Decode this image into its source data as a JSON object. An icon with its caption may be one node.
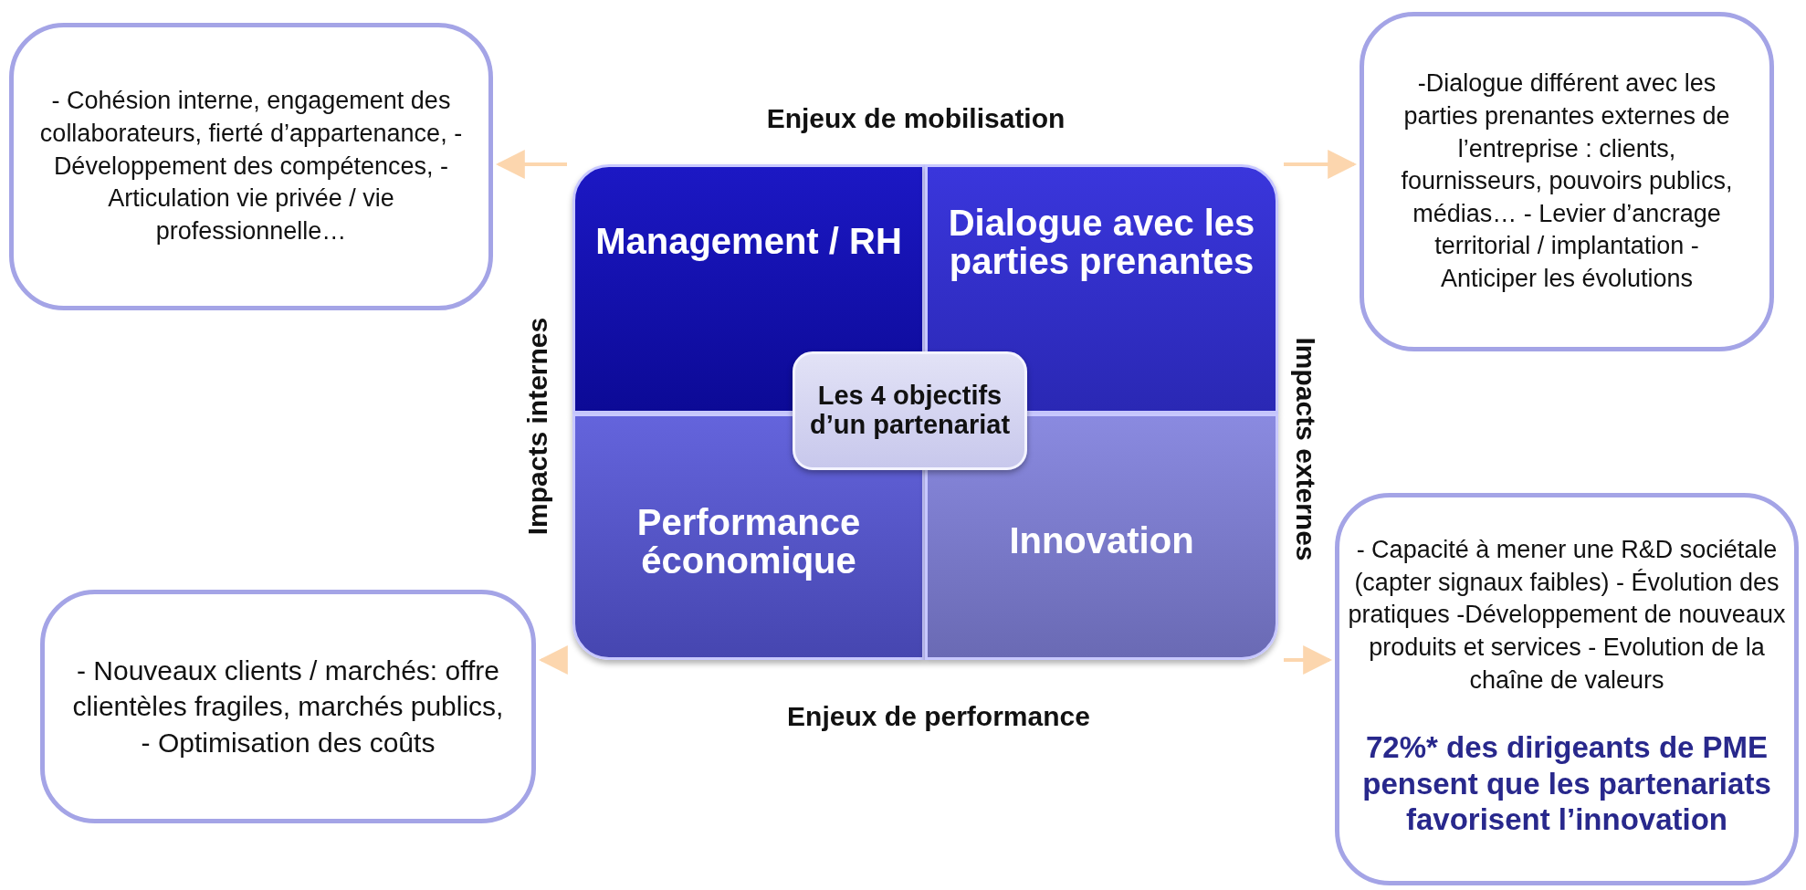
{
  "diagram": {
    "nodes": [
      {
        "text": [
          "- Cohésion interne, engagement des collaborateurs, fierté d’appartenance, - Développement des compétences, - Articulation vie privée / vie professionnelle…"
        ]
      },
      {
        "text": [
          "-Dialogue  différent avec les parties prenantes externes de l’entreprise : clients, fournisseurs, pouvoirs publics, médias… - Levier d’ancrage territorial / implantation - Anticiper les évolutions"
        ]
      },
      {
        "text": [
          "Management / RH"
        ]
      },
      {
        "text": [
          "Dialogue avec les parties prenantes"
        ]
      },
      {
        "text": [
          "Les 4 objectifs d’un partenariat"
        ]
      },
      {
        "text": [
          "Performance économique"
        ]
      },
      {
        "text": [
          "Innovation"
        ]
      },
      {
        "text": [
          "- Nouveaux clients / marchés: offre clientèles fragiles, marchés publics, - Optimisation des coûts"
        ]
      },
      {
        "text": [
          "- Capacité à mener une R&D sociétale (capter signaux faibles) - Évolution des pratiques -Développement de nouveaux produits et services - Evolution de la chaîne de valeurs",
          "72%* des dirigeants de PME pensent que les partenariats favorisent l’innovation"
        ]
      }
    ],
    "edges": [
      {
        "from": 2,
        "to": 0,
        "arrow": "to"
      },
      {
        "from": 3,
        "to": 1,
        "arrow": "to"
      },
      {
        "from": 5,
        "to": 7,
        "arrow": "to"
      },
      {
        "from": 6,
        "to": 8,
        "arrow": "to"
      }
    ],
    "labels": [
      "Enjeux de mobilisation",
      "Impacts internes",
      "Impacts externes",
      "Enjeux de performance"
    ]
  }
}
